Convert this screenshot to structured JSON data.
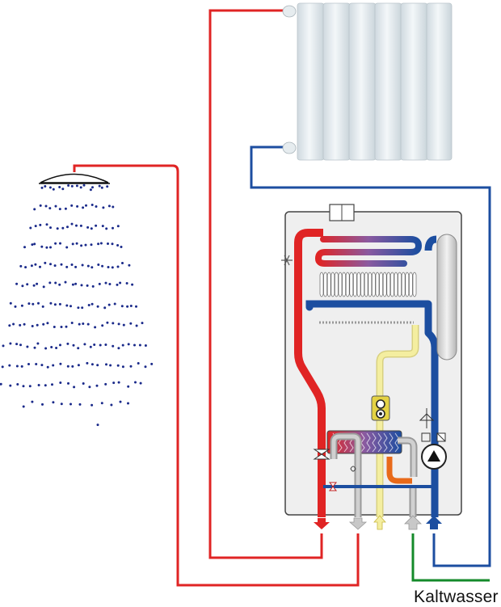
{
  "labels": {
    "cold_water": "Kaltwasser"
  },
  "colors": {
    "hot_pipe": "#e02424",
    "return_pipe": "#1c4ea0",
    "cold_pipe": "#148a2a",
    "gas_pipe": "#f4eea0",
    "condensate_pipe": "#b8b8b8",
    "radiator": "#dde5ea",
    "boiler_case": "#efefef",
    "shower_drops": "#1a2a8a"
  },
  "icons": [
    "shower-head",
    "radiator",
    "boiler",
    "pump",
    "gas-valve",
    "expansion-vessel",
    "heat-exchanger",
    "burner"
  ]
}
